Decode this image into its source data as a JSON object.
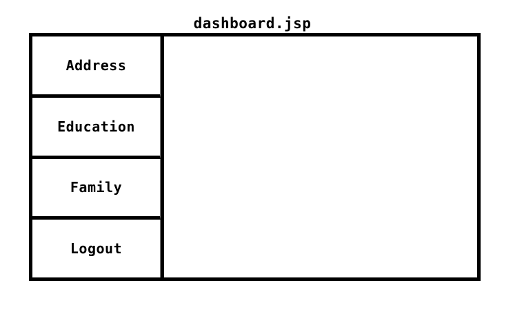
{
  "page": {
    "title": "dashboard.jsp"
  },
  "colors": {
    "border": "#000000",
    "background": "#ffffff",
    "text": "#000000",
    "inner_hairline": "#808080"
  },
  "sidebar": {
    "items": [
      {
        "label": "Address"
      },
      {
        "label": "Education"
      },
      {
        "label": "Family"
      },
      {
        "label": "Logout"
      }
    ]
  },
  "content": {
    "text": ""
  }
}
